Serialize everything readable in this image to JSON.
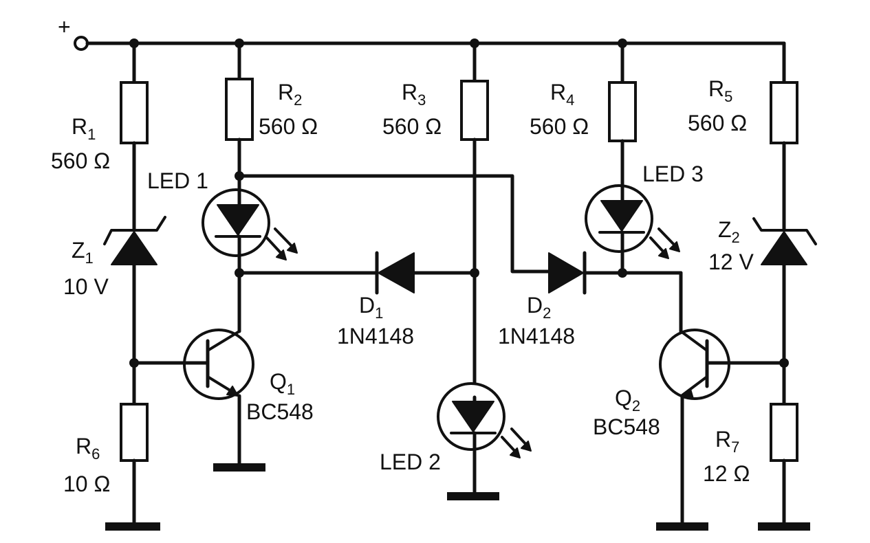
{
  "supply": {
    "sign": "+"
  },
  "components": {
    "R1": {
      "pre": "R",
      "sub": "1",
      "value": "560 Ω"
    },
    "R2": {
      "pre": "R",
      "sub": "2",
      "value": "560 Ω"
    },
    "R3": {
      "pre": "R",
      "sub": "3",
      "value": "560 Ω"
    },
    "R4": {
      "pre": "R",
      "sub": "4",
      "value": "560 Ω"
    },
    "R5": {
      "pre": "R",
      "sub": "5",
      "value": "560 Ω"
    },
    "R6": {
      "pre": "R",
      "sub": "6",
      "value": "10 Ω"
    },
    "R7": {
      "pre": "R",
      "sub": "7",
      "value": "12 Ω"
    },
    "Z1": {
      "pre": "Z",
      "sub": "1",
      "value": "10 V"
    },
    "Z2": {
      "pre": "Z",
      "sub": "2",
      "value": "12 V"
    },
    "LED1": {
      "label": "LED 1"
    },
    "LED2": {
      "label": "LED 2"
    },
    "LED3": {
      "label": "LED 3"
    },
    "D1": {
      "pre": "D",
      "sub": "1",
      "value": "1N4148"
    },
    "D2": {
      "pre": "D",
      "sub": "2",
      "value": "1N4148"
    },
    "Q1": {
      "pre": "Q",
      "sub": "1",
      "value": "BC548"
    },
    "Q2": {
      "pre": "Q",
      "sub": "2",
      "value": "BC548"
    }
  }
}
